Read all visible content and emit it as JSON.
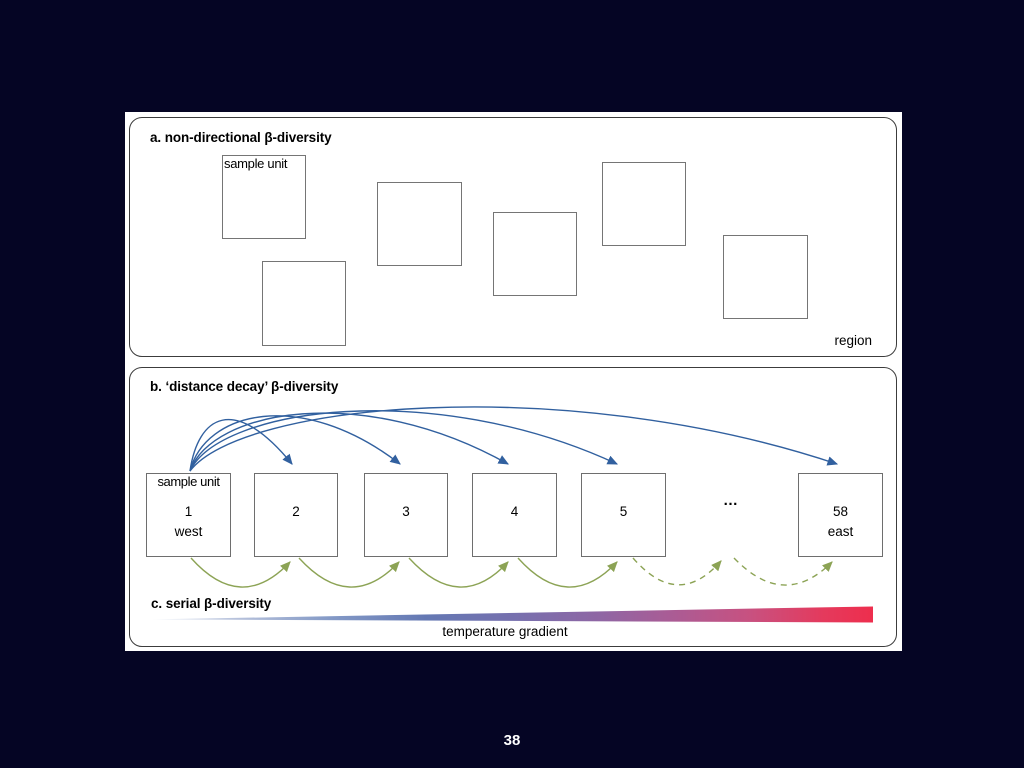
{
  "slide": {
    "page_number": "38"
  },
  "panel_a": {
    "title": "a. non-directional β-diversity",
    "sample_unit_label": "sample unit",
    "region_label": "region"
  },
  "panel_b": {
    "title": "b. ‘distance decay’ β-diversity",
    "sample_unit_label": "sample unit",
    "ellipsis": "…",
    "units": [
      {
        "number": "1",
        "direction": "west"
      },
      {
        "number": "2"
      },
      {
        "number": "3"
      },
      {
        "number": "4"
      },
      {
        "number": "5"
      },
      {
        "number": "58",
        "direction": "east"
      }
    ]
  },
  "panel_c": {
    "title": "c. serial β-diversity",
    "gradient_label": "temperature gradient"
  },
  "colors": {
    "slide_background": "#050524",
    "panel_background": "#ffffff",
    "distance_decay_arc": "#31609f",
    "serial_arc": "#8ca355",
    "gradient_start": "#eef2f8",
    "gradient_end": "#ee2e4d"
  }
}
